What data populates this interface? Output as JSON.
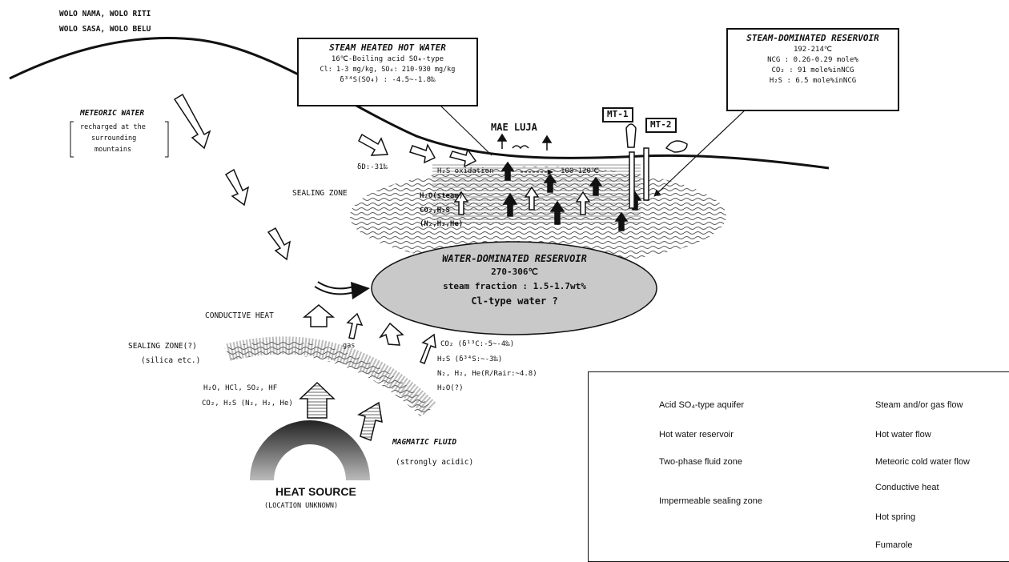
{
  "labels": {
    "top_left_1": "WOLO NAMA, WOLO RITI",
    "top_left_2": "WOLO SASA, WOLO BELU",
    "meteoric_title": "METEORIC WATER",
    "meteoric_1": "recharged at the",
    "meteoric_2": "surrounding",
    "meteoric_3": "mountains",
    "d_value": "δD:-31‰",
    "sealing_zone": "SEALING ZONE",
    "steam_label": "H₂O(steam)",
    "gas_1": "CO₂,H₂S",
    "gas_2": "(N₂,H₂,He)",
    "h2s_oxidation": "H₂S oxidation",
    "temp_range": "100-120℃",
    "mae_luja": "MAE LUJA",
    "mt1": "MT-1",
    "mt2": "MT-2",
    "conductive_heat": "CONDUCTIVE HEAT",
    "gas": "gas",
    "sealing_zone_q": "SEALING ZONE(?)",
    "silica": "(silica etc.)",
    "magmatic_gas_1": "H₂O, HCl, SO₂, HF",
    "magmatic_gas_2": "CO₂, H₂S (N₂, H₂, He)",
    "co2_isotope": "CO₂ (δ¹³C:-5~-4‰)",
    "h2s_isotope": "H₂S (δ³⁴S:~-3‰)",
    "n2_line": "N₂, H₂, He(R/Rair:~4.8)",
    "h2o_q": "H₂O(?)",
    "magmatic_fluid": "MAGMATIC FLUID",
    "strongly_acidic": "(strongly acidic)",
    "heat_source": "HEAT SOURCE",
    "location_unknown": "(LOCATION UNKNOWN)"
  },
  "steam_heated_box": {
    "title": "STEAM HEATED HOT WATER",
    "line1": "16℃-Boiling acid SO₄-type",
    "line2": "Cl: 1-3 mg/kg, SO₄: 210-930 mg/kg",
    "line3": "δ³⁴S(SO₄) : -4.5~-1.8‰"
  },
  "steam_reservoir_box": {
    "title": "STEAM-DOMINATED RESERVOIR",
    "line1": "192-214℃",
    "line2": "NCG : 0.26-0.29 mole%",
    "line3": "CO₂ : 91 mole%inNCG",
    "line4": "H₂S : 6.5 mole%inNCG"
  },
  "water_reservoir": {
    "title": "WATER-DOMINATED RESERVOIR",
    "temp": "270-306℃",
    "steam_fraction": "steam fraction : 1.5-1.7wt%",
    "water_type": "Cl-type water ?"
  },
  "legend": {
    "left": [
      {
        "icon": "acid-aquifer-icon",
        "label": "Acid SO₄-type aquifer"
      },
      {
        "icon": "hot-water-reservoir-icon",
        "label": "Hot water reservoir"
      },
      {
        "icon": "two-phase-zone-icon",
        "label": "Two-phase fluid zone"
      },
      {
        "icon": "sealing-zone-icon",
        "label": "Impermeable sealing zone"
      }
    ],
    "right": [
      {
        "icon": "steam-gas-flow-icon",
        "label": "Steam and/or gas flow"
      },
      {
        "icon": "hot-water-flow-icon",
        "label": "Hot water flow"
      },
      {
        "icon": "meteoric-flow-icon",
        "label": "Meteoric cold water flow"
      },
      {
        "icon": "conductive-heat-icon",
        "label": "Conductive heat"
      },
      {
        "icon": "hot-spring-icon",
        "label": "Hot spring"
      },
      {
        "icon": "fumarole-icon",
        "label": "Fumarole"
      }
    ]
  },
  "colors": {
    "reservoir_fill": "#c9c9c9",
    "line": "#111111",
    "sealing_hatch": "#555555"
  }
}
